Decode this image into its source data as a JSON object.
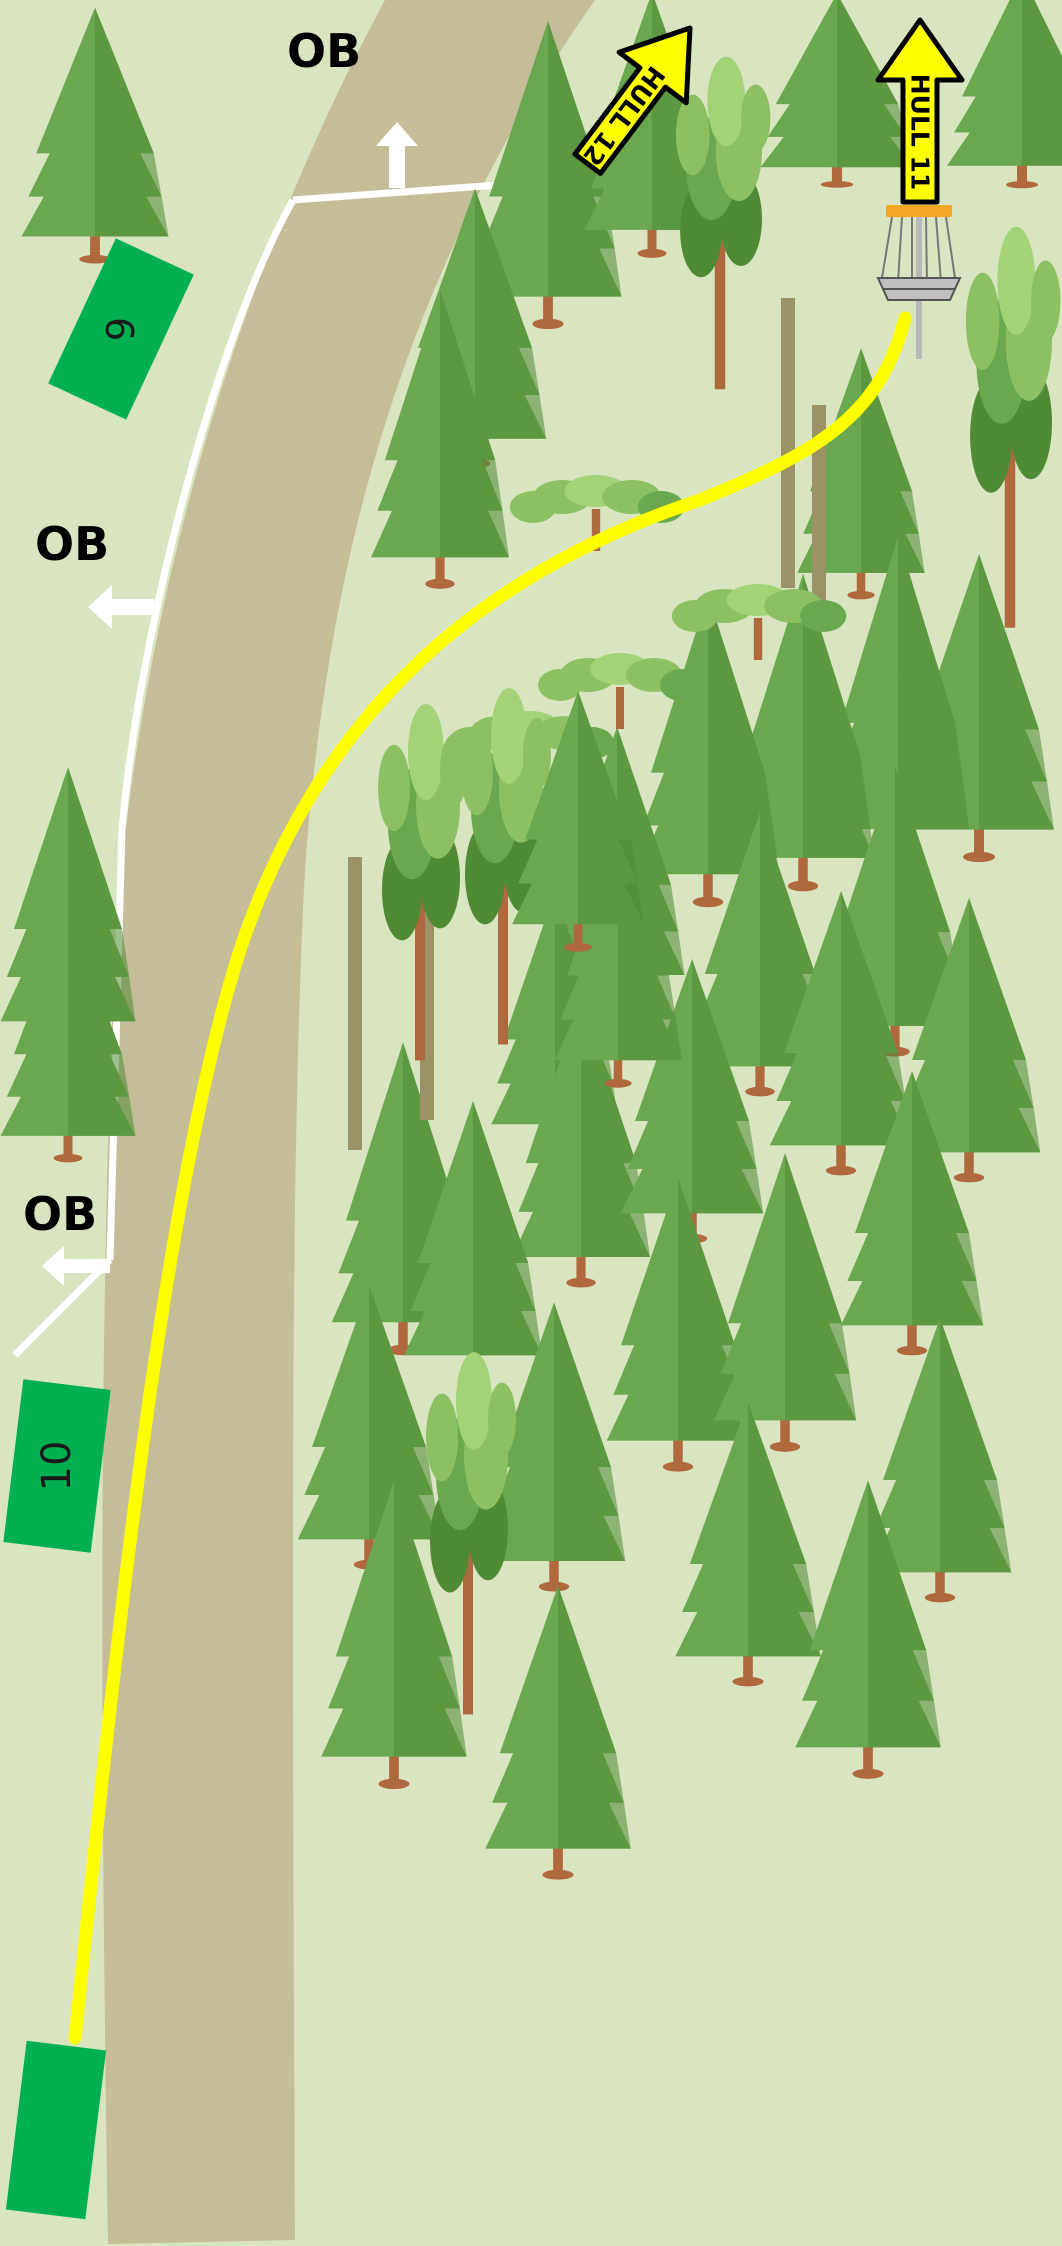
{
  "labels": {
    "ob_top": "OB",
    "ob_middle": "OB",
    "ob_lower": "OB",
    "hole_9": "9",
    "hole_10": "10",
    "hull_12": "HULL 12",
    "hull_11": "HULL 11"
  },
  "colors": {
    "background": "#d9e5c1",
    "path": "#c5bd97",
    "fairway_line": "#ffff00",
    "ob_line": "#ffffff",
    "tee": "#00b050",
    "arrow_fill": "#ffff00"
  },
  "icons": [
    "disc-golf-basket-icon",
    "conifer-tree-icon",
    "deciduous-tree-icon",
    "bush-icon",
    "post-icon"
  ]
}
